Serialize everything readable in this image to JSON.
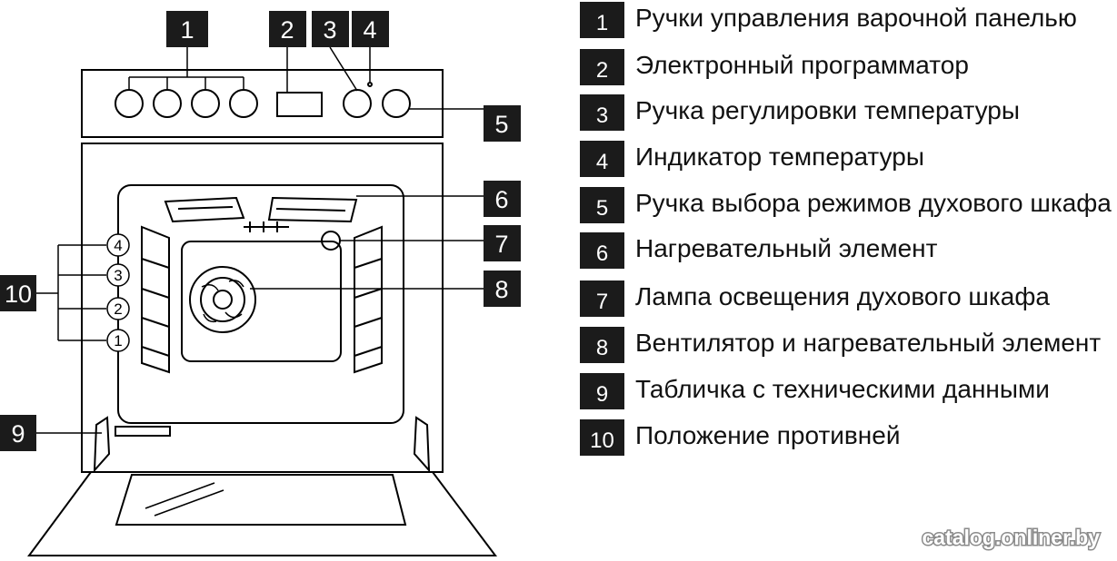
{
  "callouts": [
    "1",
    "2",
    "3",
    "4",
    "5",
    "6",
    "7",
    "8",
    "9",
    "10"
  ],
  "tray_positions": [
    "4",
    "3",
    "2",
    "1"
  ],
  "legend": [
    {
      "number": "1",
      "text": "Ручки управления варочной панелью"
    },
    {
      "number": "2",
      "text": "Электронный программатор"
    },
    {
      "number": "3",
      "text": "Ручка регулировки температуры"
    },
    {
      "number": "4",
      "text": "Индикатор температуры"
    },
    {
      "number": "5",
      "text": "Ручка выбора режимов духового шкафа"
    },
    {
      "number": "6",
      "text": "Нагревательный элемент"
    },
    {
      "number": "7",
      "text": "Лампа освещения духового шкафа"
    },
    {
      "number": "8",
      "text": "Вентилятор и нагревательный элемент"
    },
    {
      "number": "9",
      "text": "Табличка с техническими данными"
    },
    {
      "number": "10",
      "text": "Положение противней"
    }
  ],
  "watermark": "catalog.onliner.by",
  "colors": {
    "label_box": "#1b1b1b",
    "line": "#000000",
    "background": "#ffffff"
  }
}
